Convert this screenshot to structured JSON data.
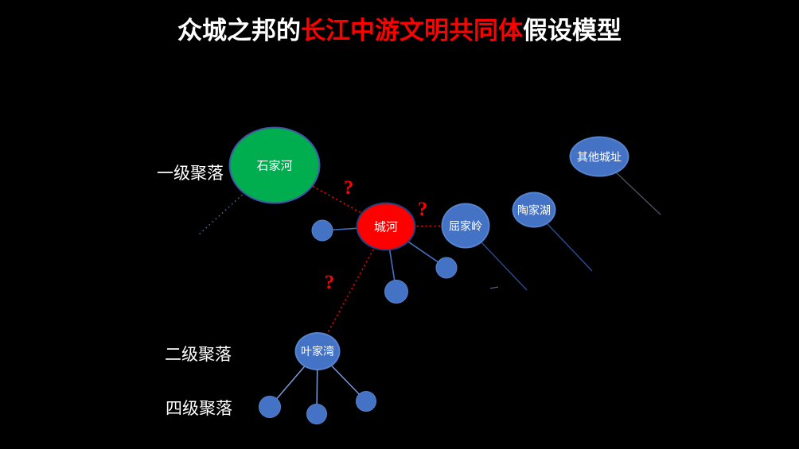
{
  "title": {
    "part1": "众城之邦的",
    "part2": "长江中游文明共同体",
    "part3": "假设模型"
  },
  "row_labels": {
    "level1": "一级聚落",
    "level2": "二级聚落",
    "level4": "四级聚落"
  },
  "nodes": {
    "shijiahe": {
      "label": "石家河",
      "rank": "一级聚落",
      "fill": "#00ae50",
      "border": "#4154a6"
    },
    "chenghe": {
      "label": "城河",
      "rank": "一级聚落",
      "fill": "#fe0000",
      "border": "#24407c"
    },
    "qujialing": {
      "label": "屈家岭",
      "fill": "#4472c4",
      "border": "#5585d0"
    },
    "taojiahu": {
      "label": "陶家湖",
      "fill": "#4472c4",
      "border": "#5585d0"
    },
    "qita": {
      "label": "其他城址",
      "fill": "#4472c4",
      "border": "#5585d0"
    },
    "yejiawan": {
      "label": "叶家湾",
      "rank": "二级聚落",
      "fill": "#4472c4",
      "border": "#5585d0"
    }
  },
  "satellite_nodes": {
    "unlabeled_count": 6,
    "fill": "#4472c4"
  },
  "uncertainty_mark": "?",
  "edges": [
    {
      "from": "石家河",
      "to": "城河",
      "style": "red-dotted",
      "mark": "?"
    },
    {
      "from": "城河",
      "to": "屈家岭",
      "style": "red-dotted",
      "mark": "?"
    },
    {
      "from": "城河",
      "to": "叶家湾",
      "style": "red-dotted",
      "mark": "?"
    },
    {
      "from": "城河",
      "to": "卫星聚落×3",
      "style": "blue-solid"
    },
    {
      "from": "叶家湾",
      "to": "四级聚落×3",
      "style": "blue-solid"
    },
    {
      "from": "石家河",
      "to": "(未示)",
      "style": "blue-dotted"
    },
    {
      "from": "屈家岭",
      "to": "(未示)",
      "style": "blue-solid"
    },
    {
      "from": "陶家湖",
      "to": "(未示)",
      "style": "blue-solid"
    },
    {
      "from": "其他城址",
      "to": "(未示)",
      "style": "gray-solid"
    }
  ],
  "colors": {
    "background": "#000000",
    "title_text": "#ffffff",
    "title_highlight": "#fe0000",
    "node_blue": "#4472c4",
    "node_green": "#00ae50",
    "node_red": "#fe0000",
    "edge_blue": "#4472c4",
    "edge_light_blue": "#7a9ad8",
    "edge_dark_blue": "#2b4d94",
    "edge_gray": "#4d5566",
    "edge_red_dotted": "#fe0000"
  }
}
